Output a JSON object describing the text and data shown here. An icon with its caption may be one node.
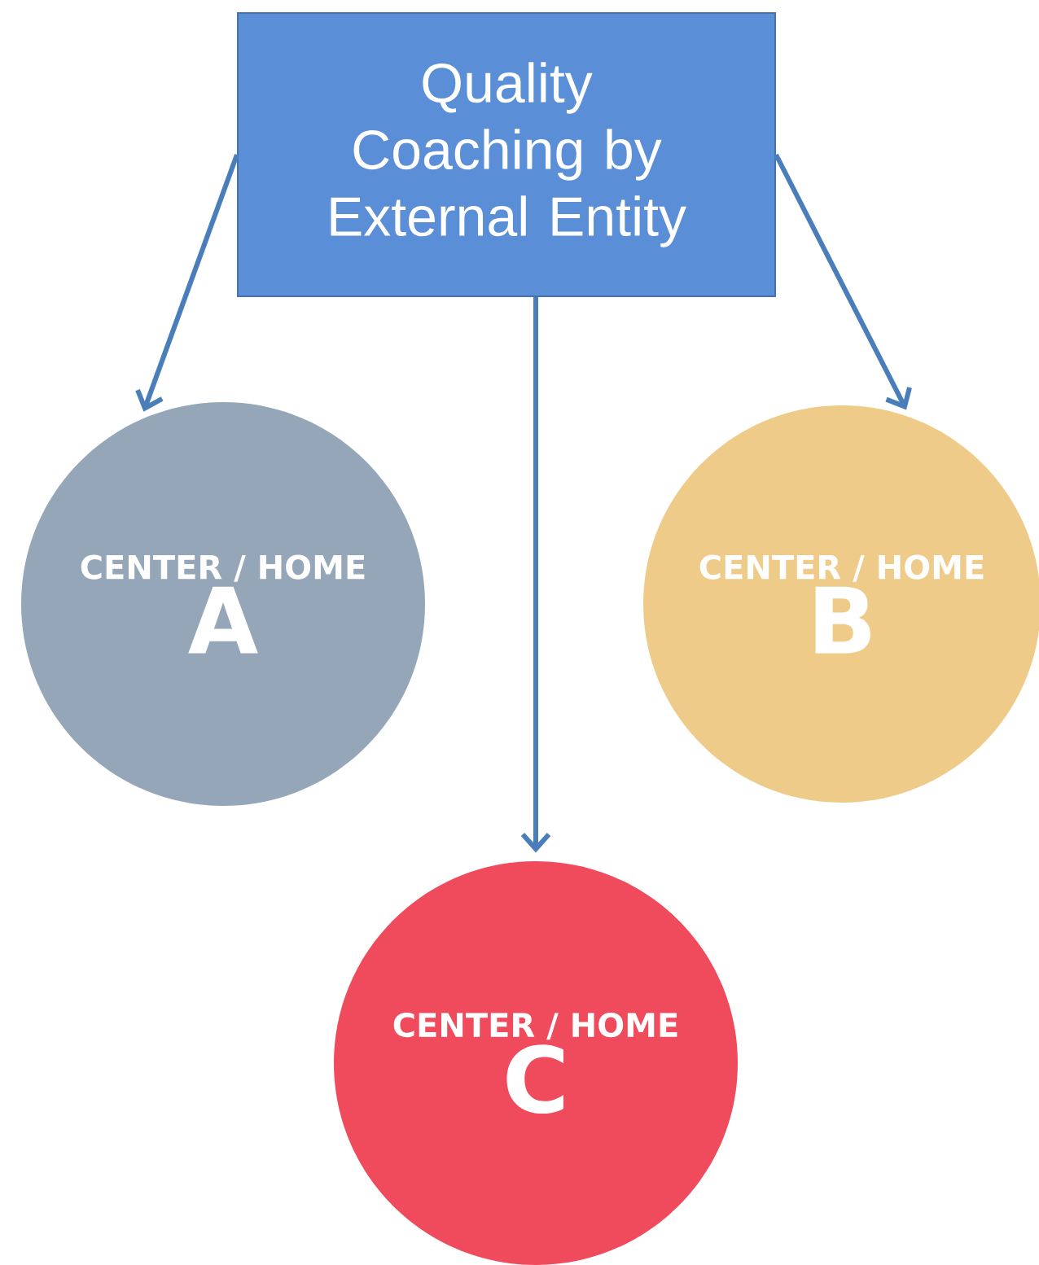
{
  "diagram": {
    "nodes": [
      {
        "text": [
          "Quality Coaching by External Entity"
        ]
      },
      {
        "text": [
          "CENTER / HOME",
          "A"
        ]
      },
      {
        "text": [
          "CENTER / HOME",
          "B"
        ]
      },
      {
        "text": [
          "CENTER / HOME",
          "C"
        ]
      }
    ],
    "edges": [
      {
        "from": 0,
        "to": 1,
        "arrow": "to"
      },
      {
        "from": 0,
        "to": 2,
        "arrow": "to"
      },
      {
        "from": 0,
        "to": 3,
        "arrow": "to"
      }
    ]
  }
}
